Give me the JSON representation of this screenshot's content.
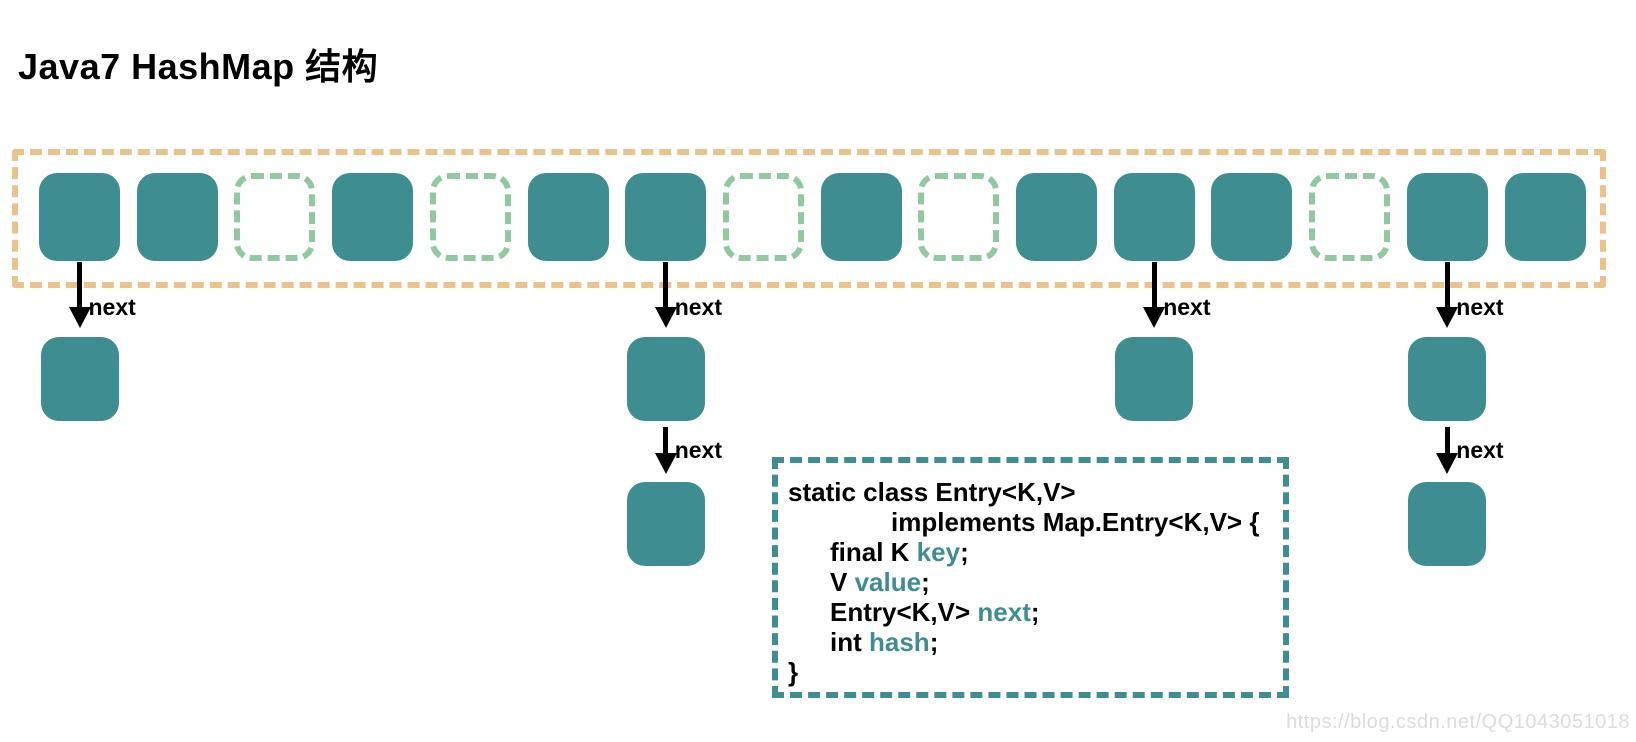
{
  "title": "Java7 HashMap 结构",
  "colors": {
    "node_fill": "#3e8e91",
    "empty_bucket_outline": "#92c89e",
    "array_outline": "#eac28c",
    "code_box_outline": "#3e8e91",
    "code_accent": "#3e8e91",
    "text": "#000000",
    "watermark": "#dcdcdc"
  },
  "hash_array": {
    "bucket_count": 16,
    "cells": [
      "filled",
      "filled",
      "empty",
      "filled",
      "empty",
      "filled",
      "filled",
      "empty",
      "filled",
      "empty",
      "filled",
      "filled",
      "filled",
      "empty",
      "filled",
      "filled"
    ]
  },
  "chains": [
    {
      "bucket_index": 0,
      "links": [
        "next"
      ]
    },
    {
      "bucket_index": 6,
      "links": [
        "next",
        "next"
      ]
    },
    {
      "bucket_index": 11,
      "links": [
        "next"
      ]
    },
    {
      "bucket_index": 14,
      "links": [
        "next",
        "next"
      ]
    }
  ],
  "code_box": {
    "lines": [
      {
        "indent": 0,
        "segments": [
          {
            "text": "static class Entry<K,V>",
            "color": "black"
          }
        ]
      },
      {
        "indent": 2,
        "segments": [
          {
            "text": "implements Map.Entry<K,V> {",
            "color": "black"
          }
        ]
      },
      {
        "indent": 1,
        "segments": [
          {
            "text": "final K ",
            "color": "black"
          },
          {
            "text": "key",
            "color": "teal"
          },
          {
            "text": ";",
            "color": "black"
          }
        ]
      },
      {
        "indent": 1,
        "segments": [
          {
            "text": "V ",
            "color": "black"
          },
          {
            "text": "value",
            "color": "teal"
          },
          {
            "text": ";",
            "color": "black"
          }
        ]
      },
      {
        "indent": 1,
        "segments": [
          {
            "text": "Entry<K,V> ",
            "color": "black"
          },
          {
            "text": "next",
            "color": "teal"
          },
          {
            "text": ";",
            "color": "black"
          }
        ]
      },
      {
        "indent": 1,
        "segments": [
          {
            "text": "int ",
            "color": "black"
          },
          {
            "text": "hash",
            "color": "teal"
          },
          {
            "text": ";",
            "color": "black"
          }
        ]
      },
      {
        "indent": 0,
        "segments": [
          {
            "text": "}",
            "color": "black"
          }
        ]
      }
    ]
  },
  "watermark": "https://blog.csdn.net/QQ1043051018"
}
